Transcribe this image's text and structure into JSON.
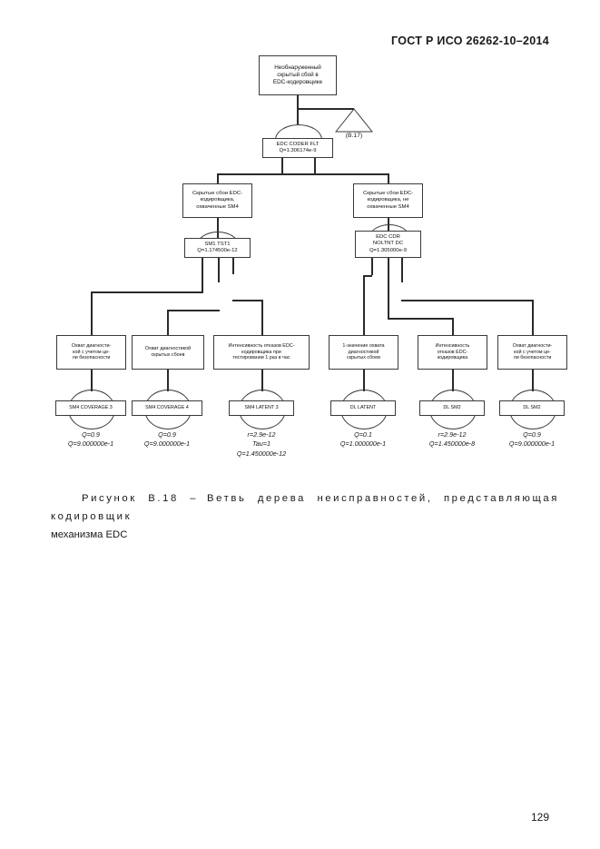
{
  "header": {
    "standard_title": "ГОСТ Р ИСО 26262-10–2014"
  },
  "page_number": "129",
  "caption": {
    "figure_label": "Рисунок B.18",
    "dash": "–",
    "text_line1": "Ветвь дерева неисправностей, представляющая кодировщик",
    "text_line2": "механизма EDC"
  },
  "tree": {
    "top_event": {
      "line1": "Необнаруженный",
      "line2": "скрытый сбой в",
      "line3": "EDC-кодировщике"
    },
    "transfer": {
      "label": "(B.17)"
    },
    "gate_top": {
      "name": "EDC CODER FLT",
      "value": "Q=1.306174e-9"
    },
    "intermediate_left": {
      "line1": "Скрытые сбои EDC-",
      "line2": "кодировщика,",
      "line3": "охваченные SM4"
    },
    "intermediate_right": {
      "line1": "Скрытые сбои EDC-",
      "line2": "кодировщика, не",
      "line3": "охваченные SM4"
    },
    "gate_left": {
      "name": "SM1 TST1",
      "value": "Q=1.174500e-12"
    },
    "gate_right": {
      "line1": "EDC CDR",
      "line2": "NOLTNT DC",
      "value": "Q=1.305000e-9"
    },
    "descriptions": [
      {
        "id": "desc-1",
        "line1": "Охват диагности-",
        "line2": "кой с учетом це-",
        "line3": "ли безопасности"
      },
      {
        "id": "desc-2",
        "line1": "Охват диагностикой",
        "line2": "скрытых сбоев",
        "line3": ""
      },
      {
        "id": "desc-3",
        "line1": "Интенсивность отказов EDC-",
        "line2": "кодировщика при",
        "line3": "тестировании 1 раз в час"
      },
      {
        "id": "desc-4",
        "line1": "1-значение охвата",
        "line2": "диагностикой",
        "line3": "скрытых сбоев"
      },
      {
        "id": "desc-5",
        "line1": "Интенсивность",
        "line2": "отказов EDC-",
        "line3": "кодировщика"
      },
      {
        "id": "desc-6",
        "line1": "Охват диагности-",
        "line2": "кой с учетом це-",
        "line3": "ли безопасности"
      }
    ],
    "basic_events": [
      {
        "id": "be-1",
        "name": "SM4 COVERAGE 3",
        "p1": "Q=0.9",
        "p2": "Q=9.000000e-1",
        "p3": ""
      },
      {
        "id": "be-2",
        "name": "SM4 COVERAGE 4",
        "p1": "Q=0.9",
        "p2": "Q=9.000000e-1",
        "p3": ""
      },
      {
        "id": "be-3",
        "name": "SM4 LATENT 3",
        "p1": "r=2.9e-12",
        "p2": "Tau=1",
        "p3": "Q=1.450000e-12"
      },
      {
        "id": "be-4",
        "name": "DL LATENT",
        "p1": "Q=0.1",
        "p2": "Q=1.000000e-1",
        "p3": ""
      },
      {
        "id": "be-5",
        "name": "DL SM2",
        "p1": "r=2.9e-12",
        "p2": "Q=1.450000e-8",
        "p3": ""
      },
      {
        "id": "be-6",
        "name": "DL SM2",
        "p1": "Q=0.9",
        "p2": "Q=9.000000e-1",
        "p3": ""
      }
    ]
  }
}
